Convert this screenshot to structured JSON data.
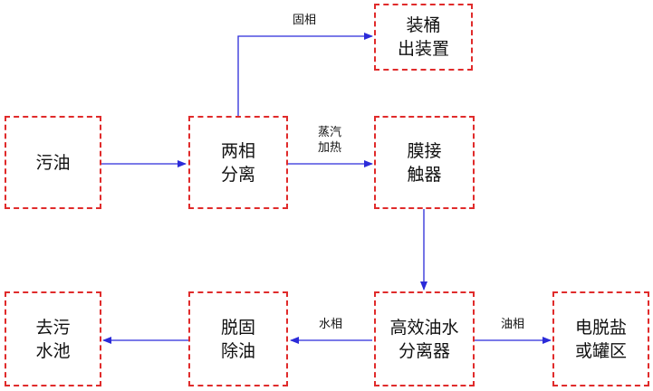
{
  "nodes": {
    "waste_oil": {
      "lines": [
        "污油"
      ]
    },
    "two_phase_separation": {
      "lines": [
        "两相",
        "分离"
      ]
    },
    "barrel_out": {
      "lines": [
        "装桶",
        "出装置"
      ]
    },
    "membrane_contactor": {
      "lines": [
        "膜接",
        "触器"
      ]
    },
    "high_eff_separator": {
      "lines": [
        "高效油水",
        "分离器"
      ]
    },
    "electric_desalting": {
      "lines": [
        "电脱盐",
        "或罐区"
      ]
    },
    "solids_oil_removal": {
      "lines": [
        "脱固",
        "除油"
      ]
    },
    "to_sewage_pool": {
      "lines": [
        "去污",
        "水池"
      ]
    }
  },
  "edges": {
    "solid_phase": {
      "lines": [
        "固相"
      ]
    },
    "steam_heating": {
      "lines": [
        "蒸汽",
        "加热"
      ]
    },
    "water_phase": {
      "lines": [
        "水相"
      ]
    },
    "oil_phase": {
      "lines": [
        "油相"
      ]
    }
  },
  "colors": {
    "box_border": "#e02b2b",
    "arrow": "#2b2bd9",
    "text": "#111111"
  }
}
